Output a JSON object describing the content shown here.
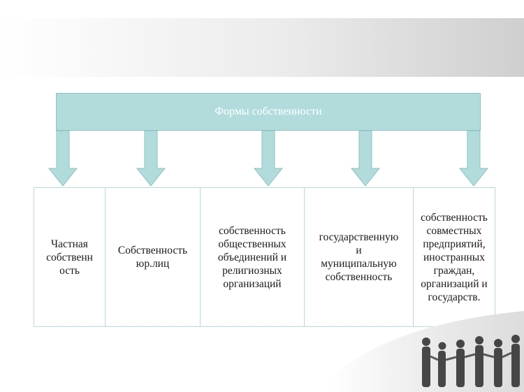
{
  "diagram": {
    "header": "Формы собственности",
    "items": [
      {
        "label": "Частная\nсобственн\nость"
      },
      {
        "label": "Собственность\nюр.лиц"
      },
      {
        "label": "собственность\nобщественных\nобъединений и\nрелигиозных\nорганизаций"
      },
      {
        "label": "государственную\nи\nмуниципальную\nсобственность"
      },
      {
        "label": "собственность\nсовместных\nпредприятий,\nиностранных\nграждан,\nорганизаций и\nгосударств."
      }
    ],
    "colors": {
      "box_fill": "#b2dcdc",
      "box_border": "#8cbfc0",
      "cell_border": "#b9d9d9"
    }
  },
  "decoration": {
    "image": "people-holding-hands-photo"
  }
}
